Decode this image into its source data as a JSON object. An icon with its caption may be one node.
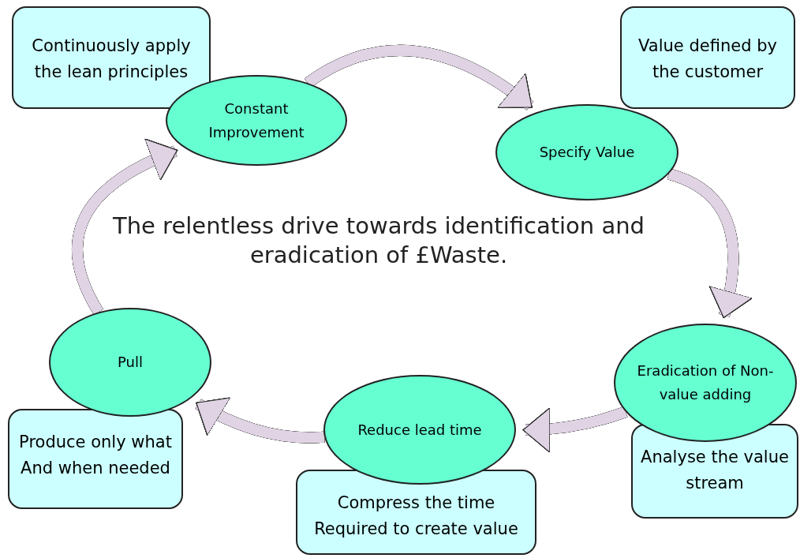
{
  "diagram": {
    "nodes": [
      {
        "text": [
          "Continuously apply the lean principles"
        ]
      },
      {
        "text": [
          "Constant Improvement"
        ]
      },
      {
        "text": [
          "Value defined by the customer"
        ]
      },
      {
        "text": [
          "Specify Value"
        ]
      },
      {
        "text": [
          "Pull"
        ]
      },
      {
        "text": [
          "Eradication of Non-value adding"
        ]
      },
      {
        "text": [
          "Produce only what And when needed"
        ]
      },
      {
        "text": [
          "Reduce lead time"
        ]
      },
      {
        "text": [
          "Analyse the value stream"
        ]
      },
      {
        "text": [
          "Compress the time Required to create value"
        ]
      }
    ],
    "edges": [
      {
        "from": 1,
        "to": 3,
        "arrow": "to"
      },
      {
        "from": 3,
        "to": 5,
        "arrow": "to"
      },
      {
        "from": 5,
        "to": 7,
        "arrow": "to"
      },
      {
        "from": 7,
        "to": 4,
        "arrow": "to"
      },
      {
        "from": 4,
        "to": 1,
        "arrow": "to"
      }
    ],
    "labels": [
      "The relentless drive towards identification and eradication of £Waste."
    ]
  }
}
